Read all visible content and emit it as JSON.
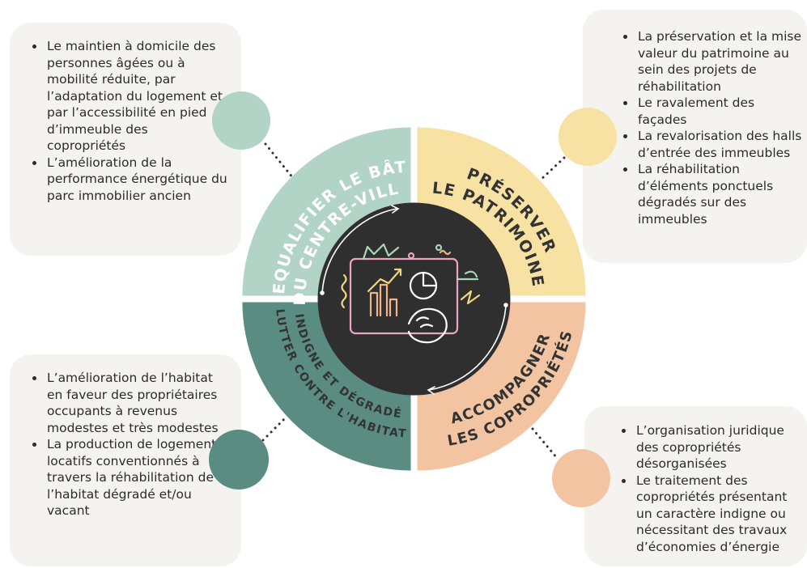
{
  "segments": {
    "top_left": {
      "line1": "REQUALIFIER LE BÂTI",
      "line2": "DU CENTRE-VILLE",
      "color": "#b2d4c6"
    },
    "top_right": {
      "line1": "PRÉSERVER",
      "line2": "LE PATRIMOINE",
      "color": "#f7e2a3"
    },
    "bottom_left": {
      "line1": "LUTTER CONTRE L'HABITAT",
      "line2": "INDIGNE ET DÉGRADÉ",
      "color": "#5b8c82"
    },
    "bottom_right": {
      "line1": "ACCOMPAGNER",
      "line2": "LES COPROPRIÉTÉS",
      "color": "#f2c4a2"
    }
  },
  "center": {
    "color": "#2f2f2f"
  },
  "cards": {
    "top_left": {
      "items": [
        "Le maintien à domicile des personnes âgées ou à mobilité réduite, par l’adaptation du logement et par l’accessibilité en pied d’immeuble des copropriétés",
        "L’amélioration de la performance énergétique du parc immobilier ancien"
      ]
    },
    "top_right": {
      "items": [
        "La préservation et la mise valeur du patrimoine au sein des projets de réhabilitation",
        "Le ravalement des façades",
        "La revalorisation des halls d’entrée des immeubles",
        "La réhabilitation d’éléments ponctuels dégradés sur des immeubles"
      ]
    },
    "bottom_left": {
      "items": [
        "L’amélioration de l’habitat en faveur des propriétaires occupants à revenus modestes et très modestes",
        "La production de logements locatifs conventionnés à travers la réhabilitation de l’habitat dégradé et/ou vacant"
      ]
    },
    "bottom_right": {
      "items": [
        "L’organisation juridique des copropriétés désorganisées",
        "Le traitement des copropriétés présentant un caractère indigne ou nécessitant des travaux d’économies d’énergie"
      ]
    }
  },
  "colors": {
    "card_bg": "#f5f3f0",
    "dots": "#333333",
    "icon_pink": "#e8a6c0",
    "icon_green": "#a8d8b6",
    "icon_yellow": "#f2d67a",
    "icon_orange": "#f2b48a",
    "icon_white": "#ffffff"
  }
}
